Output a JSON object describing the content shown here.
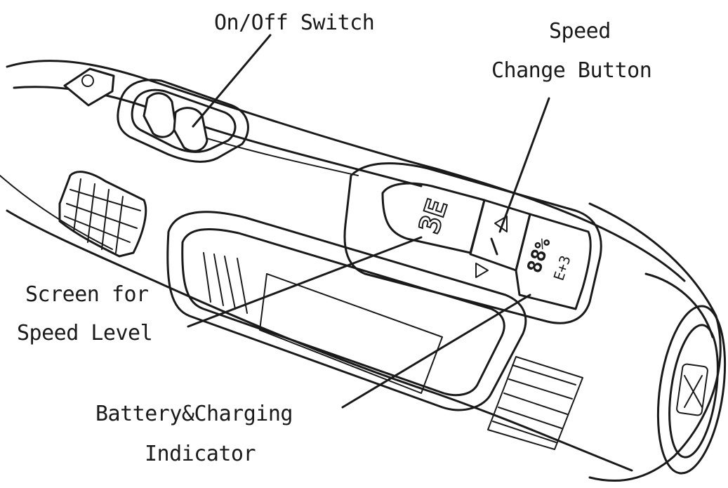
{
  "labels": {
    "on_off_switch": "On/Off Switch",
    "speed_change_line1": "Speed",
    "speed_change_line2": "Change Button",
    "screen_line1": "Screen for",
    "screen_line2": "Speed Level",
    "battery_line1": "Battery&Charging",
    "battery_line2": "Indicator"
  },
  "colors": {
    "ink": "#1a1a1a",
    "background": "#ffffff"
  }
}
